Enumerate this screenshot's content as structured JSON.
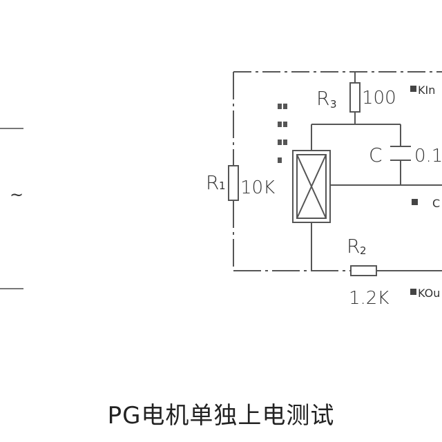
{
  "caption": "PG电机单独上电测试",
  "ac_symbol": "~",
  "components": {
    "r3": {
      "label": "R",
      "sub": "3",
      "value": "100"
    },
    "r1": {
      "label": "R",
      "sub": "1",
      "value": "10K"
    },
    "r2": {
      "label": "R",
      "sub": "2",
      "value": "1.2K"
    },
    "c": {
      "label": "C",
      "value": "0.1"
    }
  },
  "terminals": {
    "in": "KIn",
    "out": "KOu",
    "c": "C"
  }
}
